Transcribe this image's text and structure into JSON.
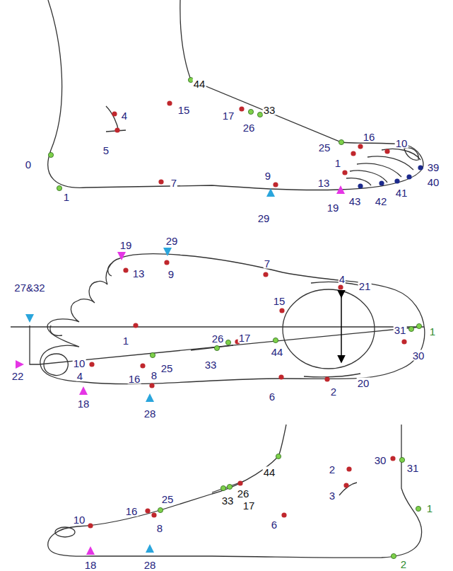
{
  "diagram": {
    "labels": [
      "44",
      "4",
      "5",
      "15",
      "17",
      "33",
      "26",
      "0",
      "1",
      "7",
      "9",
      "25",
      "16",
      "10",
      "1",
      "13",
      "19",
      "29",
      "39",
      "40",
      "41",
      "42",
      "43",
      "19",
      "29",
      "13",
      "9",
      "7",
      "4",
      "21",
      "15",
      "27&32",
      "1",
      "26",
      "17",
      "33",
      "44",
      "31",
      "1",
      "30",
      "10",
      "4",
      "16",
      "25",
      "8",
      "22",
      "18",
      "28",
      "6",
      "2",
      "20",
      "44",
      "33",
      "26",
      "17",
      "25",
      "16",
      "10",
      "8",
      "6",
      "2",
      "3",
      "30",
      "31",
      "1",
      "2",
      "18",
      "28"
    ]
  }
}
